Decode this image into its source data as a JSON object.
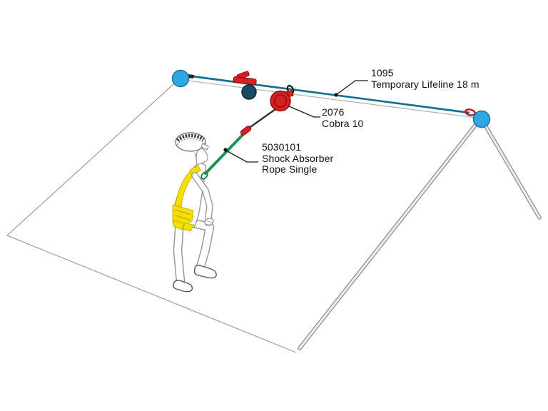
{
  "labels": {
    "lifeline": {
      "code": "1095",
      "name": "Temporary Lifeline 18 m"
    },
    "cobra": {
      "code": "2076",
      "name": "Cobra 10"
    },
    "shock_absorber": {
      "code": "5030101",
      "name_line1": "Shock Absorber",
      "name_line2": "Rope Single"
    }
  },
  "colors": {
    "anchor_blue": "#2fa8e1",
    "lifeline_teal": "#0f7194",
    "device_red": "#d62020",
    "rope_green": "#1e9350",
    "harness_yellow": "#f3df00",
    "bag_navy": "#1c4a63"
  }
}
